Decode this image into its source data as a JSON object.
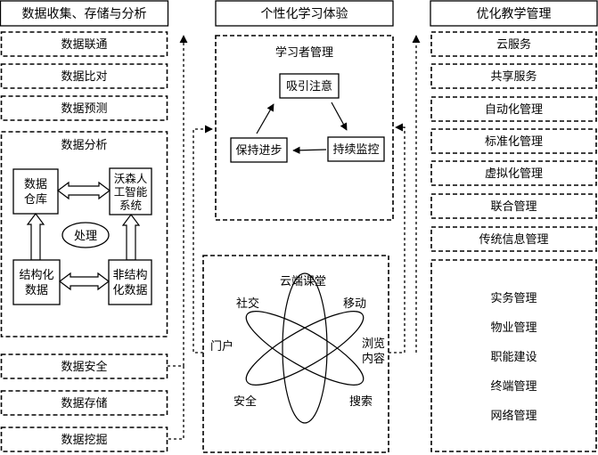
{
  "left": {
    "header": "数据收集、存储与分析",
    "items_top": [
      "数据联通",
      "数据比对",
      "数据预测"
    ],
    "analysis": {
      "title": "数据分析",
      "warehouse": [
        "数据",
        "仓库"
      ],
      "watson": [
        "沃森人",
        "工智能",
        "系统"
      ],
      "process": "处理",
      "structured": [
        "结构化",
        "数据"
      ],
      "unstructured": [
        "非结构",
        "化数据"
      ]
    },
    "items_bottom": [
      "数据安全",
      "数据存储",
      "数据挖掘"
    ]
  },
  "center": {
    "header": "个性化学习体验",
    "learner": {
      "title": "学习者管理",
      "attract": "吸引注意",
      "monitor": "持续监控",
      "maintain": "保持进步"
    },
    "atom": {
      "cloud_class": "云端课堂",
      "social": "社交",
      "mobile": "移动",
      "portal": "门户",
      "browse": [
        "浏览",
        "内容"
      ],
      "safety": "安全",
      "search": "搜索"
    }
  },
  "right": {
    "header": "优化教学管理",
    "items": [
      "云服务",
      "共享服务",
      "自动化管理",
      "标准化管理",
      "虚拟化管理",
      "联合管理",
      "传统信息管理"
    ],
    "list": [
      "实务管理",
      "物业管理",
      "职能建设",
      "终端管理",
      "网络管理"
    ]
  }
}
